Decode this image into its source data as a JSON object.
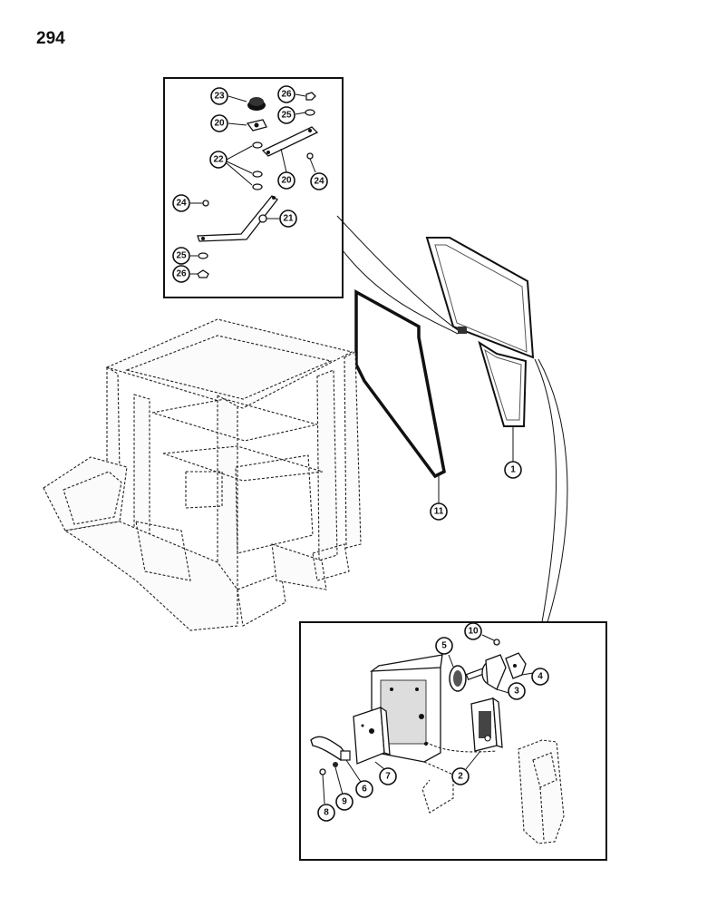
{
  "page_number": "294",
  "callouts": {
    "c1": "1",
    "c2": "2",
    "c3": "3",
    "c4": "4",
    "c5": "5",
    "c6": "6",
    "c7": "7",
    "c8": "8",
    "c9": "9",
    "c10": "10",
    "c11": "11",
    "c20a": "20",
    "c20b": "20",
    "c21": "21",
    "c22": "22",
    "c23": "23",
    "c24a": "24",
    "c24b": "24",
    "c25a": "25",
    "c25b": "25",
    "c26a": "26",
    "c26b": "26"
  }
}
